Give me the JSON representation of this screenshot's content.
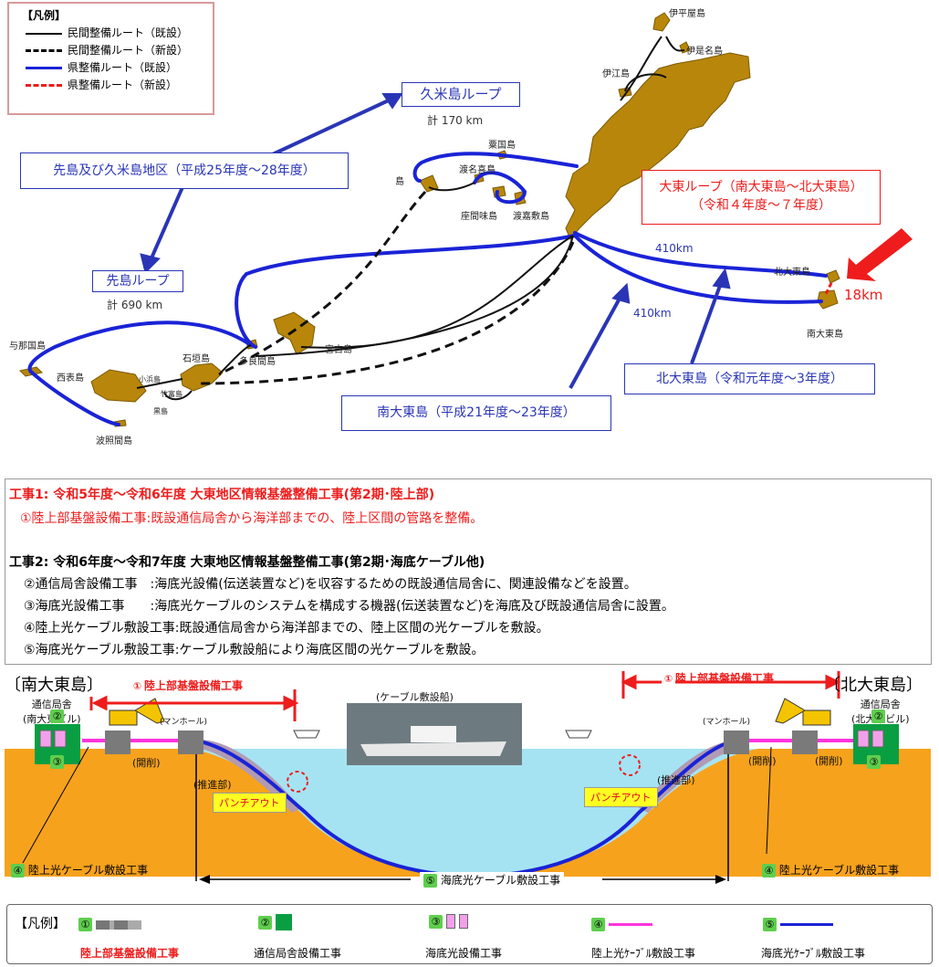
{
  "legend_top": {
    "title": "【凡例】",
    "items": [
      {
        "label": "民間整備ルート（既設）",
        "color": "#000000",
        "style": "solid"
      },
      {
        "label": "民間整備ルート（新設）",
        "color": "#000000",
        "style": "dashed"
      },
      {
        "label": "県整備ルート（既設）",
        "color": "#1a23d6",
        "style": "solid"
      },
      {
        "label": "県整備ルート（新設）",
        "color": "#ee1c1c",
        "style": "dashed"
      }
    ]
  },
  "map": {
    "boxes": {
      "kume_loop": "久米島ループ",
      "kume_loop_dist": "計 170 km",
      "sakishima_kume": "先島及び久米島地区（平成25年度～28年度）",
      "sakishima_loop": "先島ループ",
      "sakishima_loop_dist": "計 690 km",
      "daito_loop_1": "大東ループ（南大東島～北大東島）",
      "daito_loop_2": "（令和４年度～７年度）",
      "kitadaito": "北大東島（令和元年度～3年度）",
      "minamidaito": "南大東島（平成21年度～23年度）"
    },
    "distances": {
      "a": "410km",
      "b": "410km",
      "new": "18km"
    },
    "places": {
      "iheya": "伊平屋島",
      "izena": "伊是名島",
      "ie": "伊江島",
      "aguni": "粟国島",
      "tonaki": "渡名喜島",
      "zamami": "座間味島",
      "tokashiki": "渡嘉敷島",
      "kume": "島",
      "kitadaito": "北大東島",
      "minamidaito": "南大東島",
      "miyako": "宮古島",
      "tarama": "多良間島",
      "ishigaki": "石垣島",
      "iriomote": "西表島",
      "yonaguni": "与那国島",
      "hateruma": "波照間島",
      "kohama": "小浜島",
      "taketomi": "竹富島",
      "kuroshima": "黒島"
    }
  },
  "works": {
    "w1_title": "工事1:  令和5年度～令和6年度  大東地区情報基盤整備工事(第2期･陸上部)",
    "w1_item": "①陸上部基盤設備工事:既設通信局舎から海洋部までの、陸上区間の管路を整備。",
    "w2_title": "工事2:  令和6年度～令和7年度  大東地区情報基盤整備工事(第2期･海底ケーブル他)",
    "w2_items": [
      "②通信局舎設備工事　:海底光設備(伝送装置など)を収容するための既設通信局舎に、関連設備などを設置。",
      "③海底光設備工事　　:海底光ケーブルのシステムを構成する機器(伝送装置など)を海底及び既設通信局舎に設置。",
      "④陸上光ケーブル敷設工事:既設通信局舎から海洋部までの、陸上区間の光ケーブルを敷設。",
      "⑤海底光ケーブル敷設工事:ケーブル敷設船により海底区間の光ケーブルを敷設。"
    ]
  },
  "section": {
    "left_title": "〔南大東島〕",
    "right_title": "〔北大東島〕",
    "left_station_1": "通信局舎",
    "left_station_2": "(南大東ビル)",
    "right_station_1": "通信局舎",
    "right_station_2": "(北大東ビル)",
    "work1_label": "陸上部基盤設備工事",
    "ship": "(ケーブル敷設船)",
    "manhole": "(マンホール)",
    "kaisaku": "(開削)",
    "suishin": "(推進部)",
    "punchout": "パンチアウト",
    "land_cable": "陸上光ケーブル敷設工事",
    "sea_cable": "海底光ケーブル敷設工事"
  },
  "legend_bottom": {
    "title": "【凡例】",
    "items": [
      {
        "num": "①",
        "label": "陸上部基盤設備工事",
        "red": true
      },
      {
        "num": "②",
        "label": "通信局舎設備工事"
      },
      {
        "num": "③",
        "label": "海底光設備工事"
      },
      {
        "num": "④",
        "label": "陸上光ｹｰﾌﾞﾙ敷設工事"
      },
      {
        "num": "⑤",
        "label": "海底光ｹｰﾌﾞﾙ敷設工事"
      }
    ]
  }
}
